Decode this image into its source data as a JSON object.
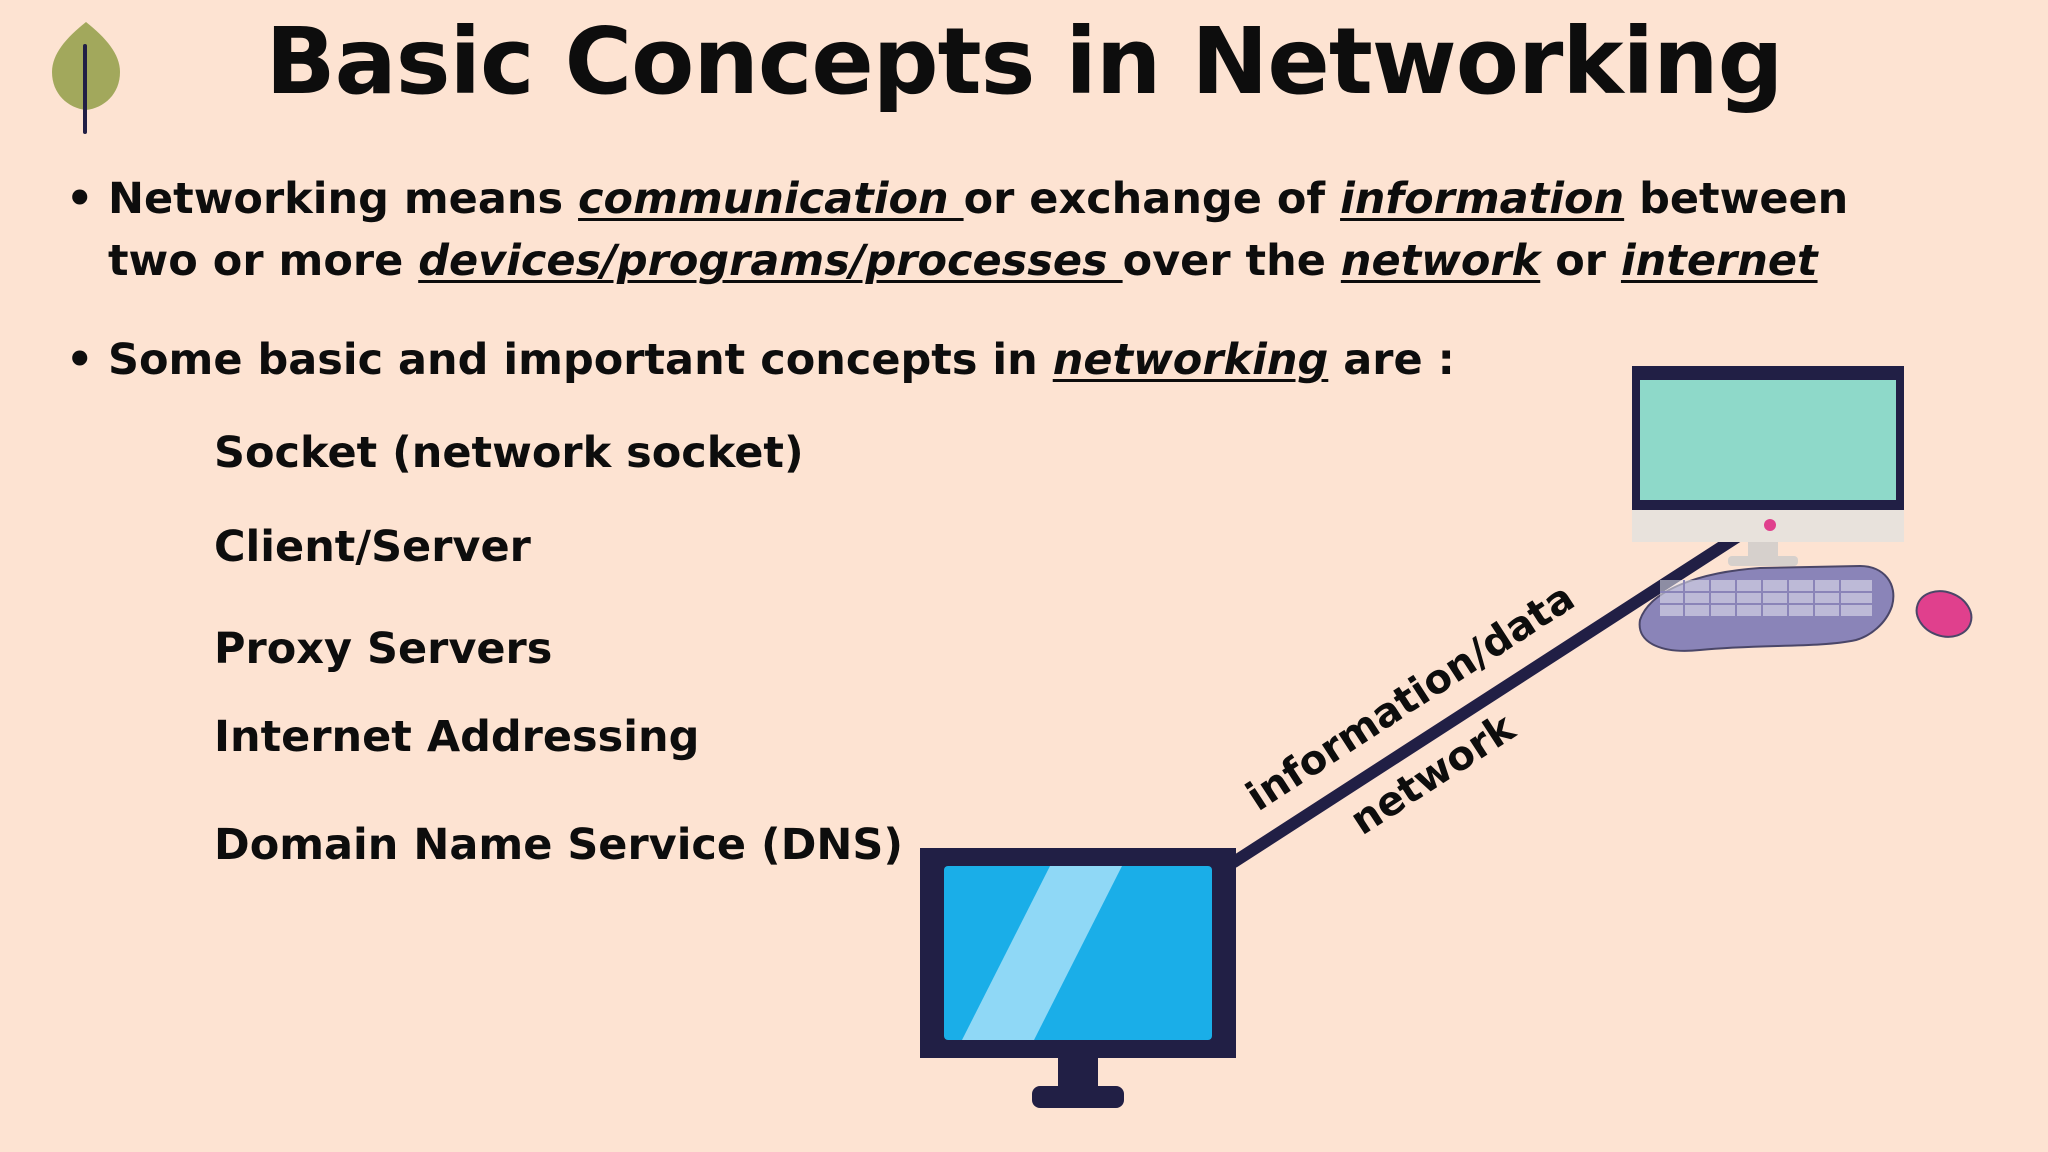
{
  "title": "Basic Concepts in Networking",
  "bullets": [
    {
      "segments": [
        {
          "text": "Networking means ",
          "em": false
        },
        {
          "text": "communication ",
          "em": true
        },
        {
          "text": "or exchange of  ",
          "em": false
        },
        {
          "text": "information",
          "em": true
        },
        {
          "text": " between two or more ",
          "em": false
        },
        {
          "text": "devices/programs/processes ",
          "em": true
        },
        {
          "text": "over the ",
          "em": false
        },
        {
          "text": "network",
          "em": true
        },
        {
          "text": " or ",
          "em": false
        },
        {
          "text": "internet",
          "em": true
        }
      ]
    },
    {
      "segments": [
        {
          "text": "Some basic and important concepts in ",
          "em": false
        },
        {
          "text": "networking",
          "em": true
        },
        {
          "text": " are :",
          "em": false
        }
      ]
    }
  ],
  "concepts": [
    "Socket (network socket)",
    "Client/Server",
    "Proxy Servers",
    "Internet Addressing",
    "Domain Name Service (DNS)"
  ],
  "diagram": {
    "line_label_top": "information/data",
    "line_label_bottom": "network",
    "icons": [
      "leaf-logo-icon",
      "desktop-computer-icon",
      "monitor-icon",
      "keyboard-icon",
      "mouse-icon"
    ],
    "colors": {
      "background": "#fde3d2",
      "navy": "#211f45",
      "screen_blue": "#1aaee8",
      "screen_teal": "#8ed9c9",
      "keyboard": "#8a84b8",
      "mouse": "#e0408d",
      "leaf": "#a2a85c"
    }
  }
}
